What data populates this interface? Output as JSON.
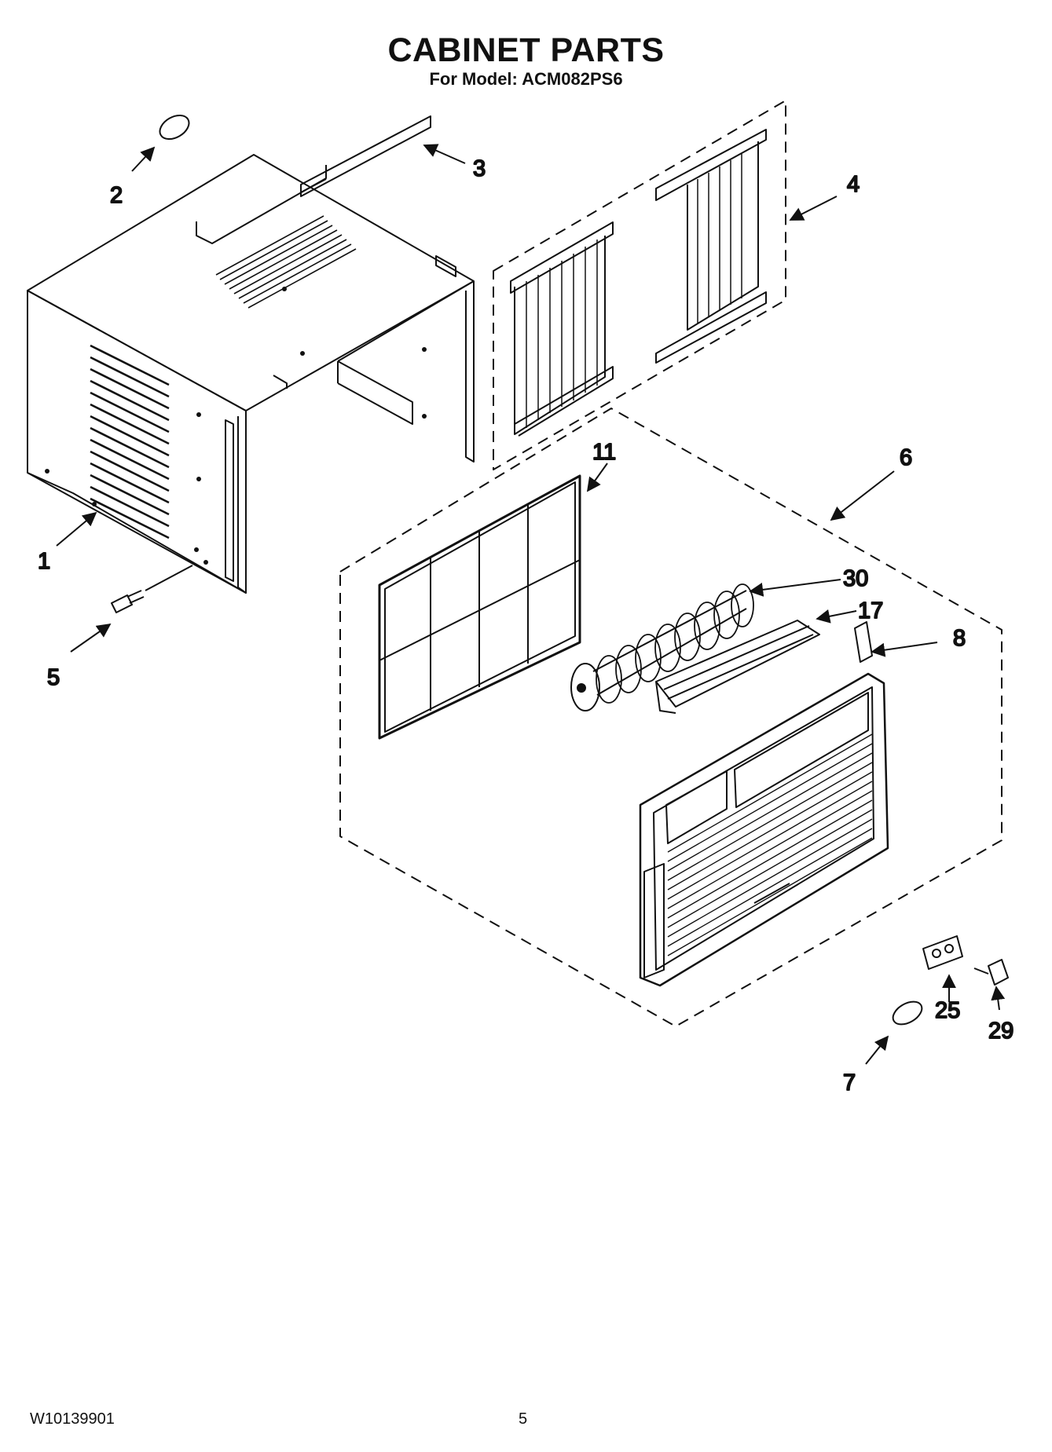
{
  "title": "CABINET PARTS",
  "subtitle": "For Model: ACM082PS6",
  "callouts": {
    "p1": "1",
    "p2": "2",
    "p3": "3",
    "p4": "4",
    "p5": "5",
    "p6": "6",
    "p7": "7",
    "p8": "8",
    "p11": "11",
    "p17": "17",
    "p25": "25",
    "p29": "29",
    "p30": "30"
  },
  "footer": {
    "doc_number": "W10139901",
    "page_number": "5"
  }
}
